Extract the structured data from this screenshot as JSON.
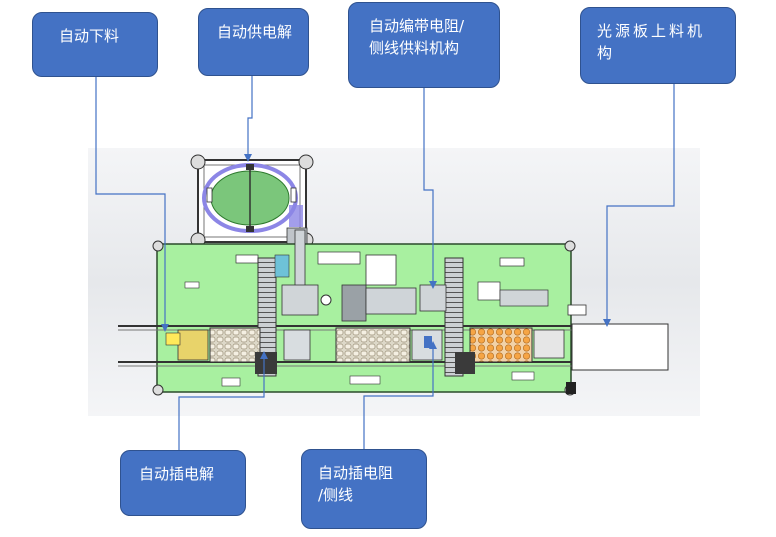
{
  "callouts": [
    {
      "id": "auto-unload",
      "text": "自动下料"
    },
    {
      "id": "auto-feed-capacitor",
      "text": "自动供电解"
    },
    {
      "id": "resistor-feeder",
      "text": "自动编带电阻/\n侧线供料机构"
    },
    {
      "id": "board-loader",
      "text": "光源板上料机\n构"
    },
    {
      "id": "auto-insert-capacitor",
      "text": "自动插电解"
    },
    {
      "id": "auto-insert-resistor",
      "text": "自动插电阻\n/侧线"
    }
  ],
  "colors": {
    "callout_fill": "#4472c4",
    "callout_border": "#2f528f",
    "leader_line": "#4472c4",
    "machine_base": "#a8f0a0",
    "tray_green": "#7bc67b",
    "ring_purple": "#8c86e6",
    "tray_white": "#e8e8ec",
    "background_gray": "#e9ebee"
  }
}
